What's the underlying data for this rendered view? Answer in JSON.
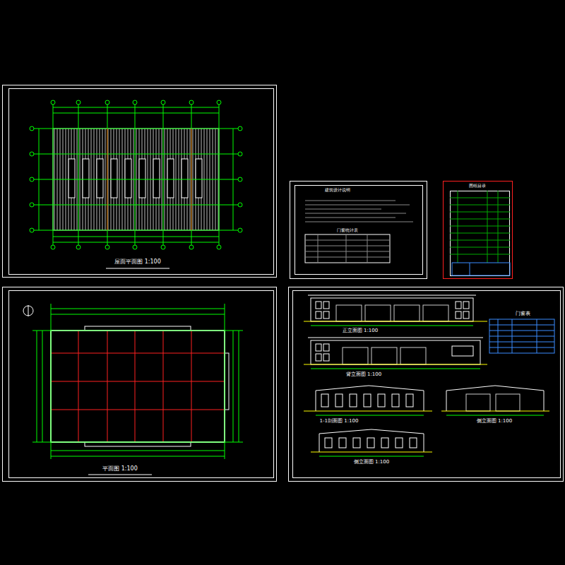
{
  "diagram": {
    "labels": [
      "屋面平面图 1:100",
      "平面图 1:100",
      "建筑设计说明",
      "门窗统计表",
      "图纸目录",
      "正立面图 1:100",
      "背立面图 1:100",
      "1-1剖面图 1:100",
      "侧立面图 1:100",
      "侧立面图 1:100",
      "门窗表"
    ]
  }
}
